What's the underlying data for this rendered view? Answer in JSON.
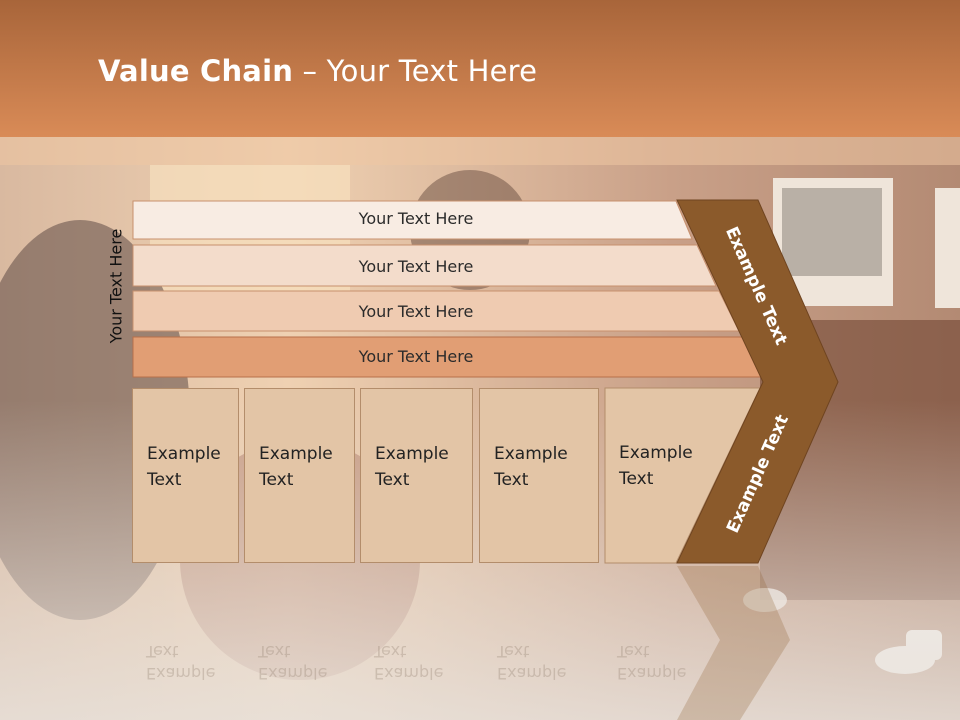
{
  "slide": {
    "title_bold": "Value Chain",
    "title_rest": " – Your Text Here",
    "side_label": "Your Text Here",
    "bars": [
      {
        "label": "Your Text Here",
        "color": "#f8ece3"
      },
      {
        "label": "Your Text Here",
        "color": "#f3dccb"
      },
      {
        "label": "Your Text Here",
        "color": "#efcbb1"
      },
      {
        "label": "Your Text Here",
        "color": "#e19e74"
      }
    ],
    "boxes": [
      {
        "line1": "Example",
        "line2": "Text"
      },
      {
        "line1": "Example",
        "line2": "Text"
      },
      {
        "line1": "Example",
        "line2": "Text"
      },
      {
        "line1": "Example",
        "line2": "Text"
      },
      {
        "line1": "Example",
        "line2": "Text"
      }
    ],
    "chevron_top_label": "Example Text",
    "chevron_bottom_label": "Example Text",
    "colors": {
      "header": "#c9773f",
      "chevron": "#8b5a2b",
      "box_fill": "#e3c5a6"
    }
  }
}
